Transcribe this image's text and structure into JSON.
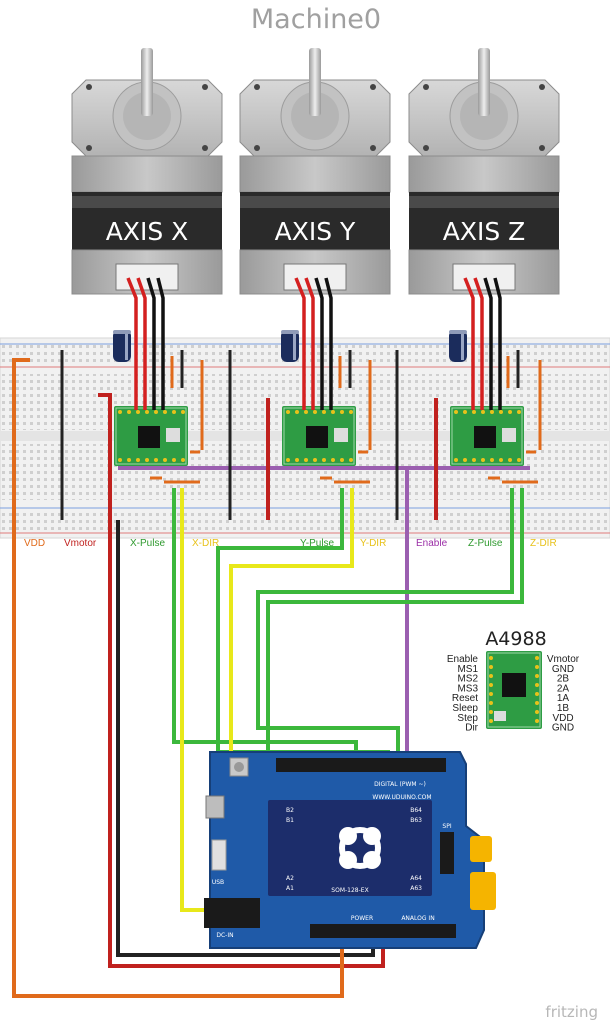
{
  "diagram": {
    "title": "Machine0",
    "motors": [
      {
        "label": "AXIS X"
      },
      {
        "label": "AXIS Y"
      },
      {
        "label": "AXIS Z"
      }
    ],
    "breadboard_labels": [
      {
        "text": "VDD",
        "color": "#e06a1b"
      },
      {
        "text": "Vmotor",
        "color": "#c0211e"
      },
      {
        "text": "X-Pulse",
        "color": "#2f9a2f"
      },
      {
        "text": "X-DIR",
        "color": "#e8c21a"
      },
      {
        "text": "Y-Pulse",
        "color": "#2f9a2f"
      },
      {
        "text": "Y-DIR",
        "color": "#e8c21a"
      },
      {
        "text": "Enable",
        "color": "#9b2fa7"
      },
      {
        "text": "Z-Pulse",
        "color": "#2f9a2f"
      },
      {
        "text": "Z-DIR",
        "color": "#e8c21a"
      }
    ],
    "legend": {
      "title": "A4988",
      "left_pins": [
        "Enable",
        "MS1",
        "MS2",
        "MS3",
        "Reset",
        "Sleep",
        "Step",
        "Dir"
      ],
      "right_pins": [
        "Vmotor",
        "GND",
        "2B",
        "2A",
        "1A",
        "1B",
        "VDD",
        "GND"
      ]
    },
    "board": {
      "center_chip": "SOM-128-EX",
      "website": "WWW.UDUINO.COM",
      "digital_header": "DIGITAL (PWM ~)",
      "power_header": "POWER",
      "analog_header": "ANALOG IN",
      "left_labels": [
        "B2",
        "B1",
        "A2",
        "A1"
      ],
      "right_labels": [
        "B64",
        "B63",
        "A64",
        "A63"
      ],
      "usb_label": "USB",
      "dc_label": "DC-IN",
      "spi_label": "SPI"
    },
    "watermark": "fritzing"
  }
}
